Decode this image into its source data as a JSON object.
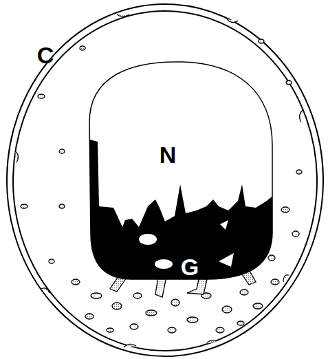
{
  "diagram": {
    "labels": [
      "C",
      "N",
      "G"
    ]
  }
}
